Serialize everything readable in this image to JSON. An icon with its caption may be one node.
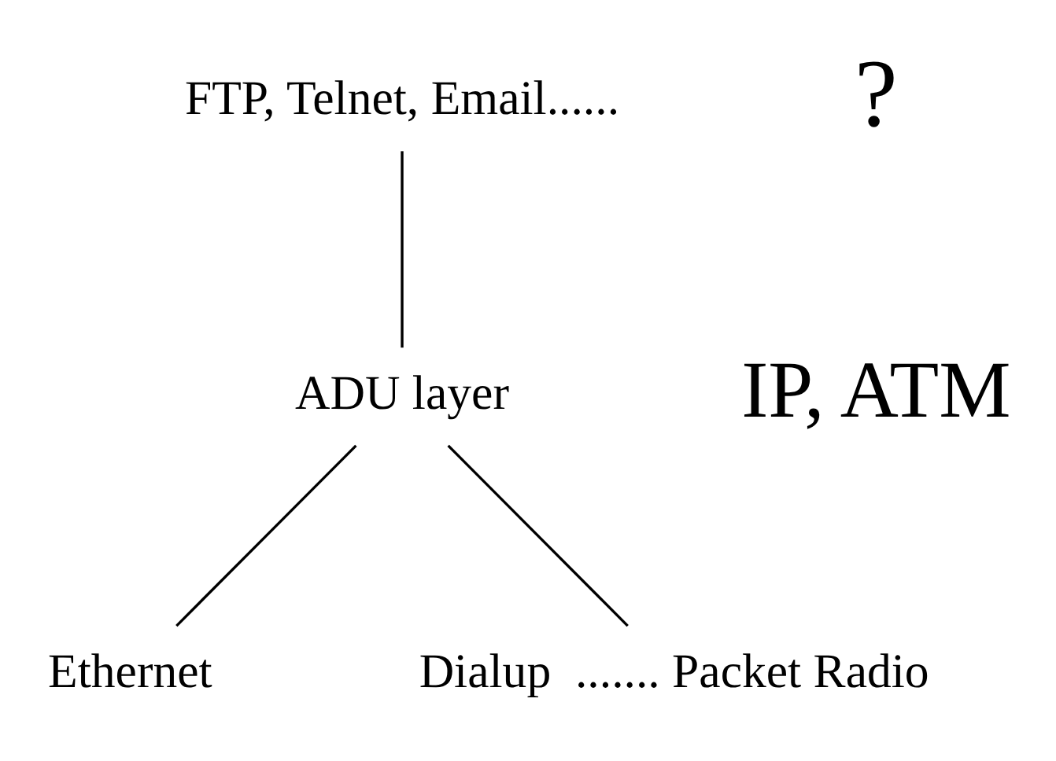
{
  "diagram": {
    "nodes": [
      {
        "text": [
          "FTP, Telnet, Email......"
        ]
      },
      {
        "text": [
          "ADU layer"
        ]
      },
      {
        "text": [
          "Ethernet"
        ]
      },
      {
        "text": [
          "Dialup  ....... Packet Radio"
        ]
      }
    ],
    "edges": [
      {
        "from": 0,
        "to": 1,
        "arrow": "none"
      },
      {
        "from": 1,
        "to": 2,
        "arrow": "none"
      },
      {
        "from": 1,
        "to": 3,
        "arrow": "none"
      }
    ],
    "labels": [
      "?",
      "IP, ATM"
    ]
  }
}
